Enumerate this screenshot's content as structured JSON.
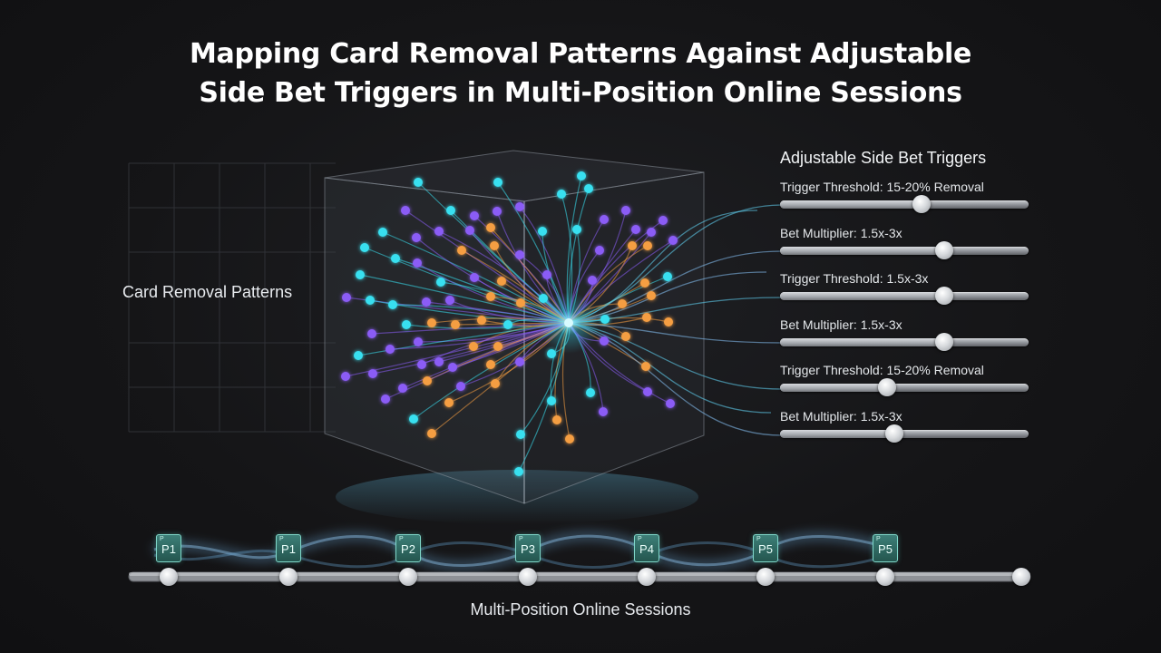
{
  "title_lines": [
    "Mapping Card Removal Patterns Against Adjustable",
    "Side Bet Triggers in Multi-Position Online Sessions"
  ],
  "left_label": "Card Removal Patterns",
  "triggers_panel": {
    "heading": "Adjustable Side Bet Triggers",
    "sliders": [
      {
        "label": "Trigger Threshold: 15-20% Removal",
        "value": 0.57
      },
      {
        "label": "Bet Multiplier: 1.5x-3x",
        "value": 0.66
      },
      {
        "label": "Trigger Threshold: 1.5x-3x",
        "value": 0.66
      },
      {
        "label": "Bet Multiplier: 1.5x-3x",
        "value": 0.66
      },
      {
        "label": "Trigger Threshold: 15-20% Removal",
        "value": 0.43
      },
      {
        "label": "Bet Multiplier: 1.5x-3x",
        "value": 0.46
      }
    ]
  },
  "timeline": {
    "label": "Multi-Position Online Sessions",
    "tags": [
      "P1",
      "P1",
      "P2",
      "P3",
      "P4",
      "P5",
      "P5"
    ],
    "tag_corner": "P"
  },
  "colors": {
    "cyan": "#39e0f0",
    "purple": "#8b5cf6",
    "orange": "#f59e42",
    "tag_teal": "#2f6e67"
  }
}
